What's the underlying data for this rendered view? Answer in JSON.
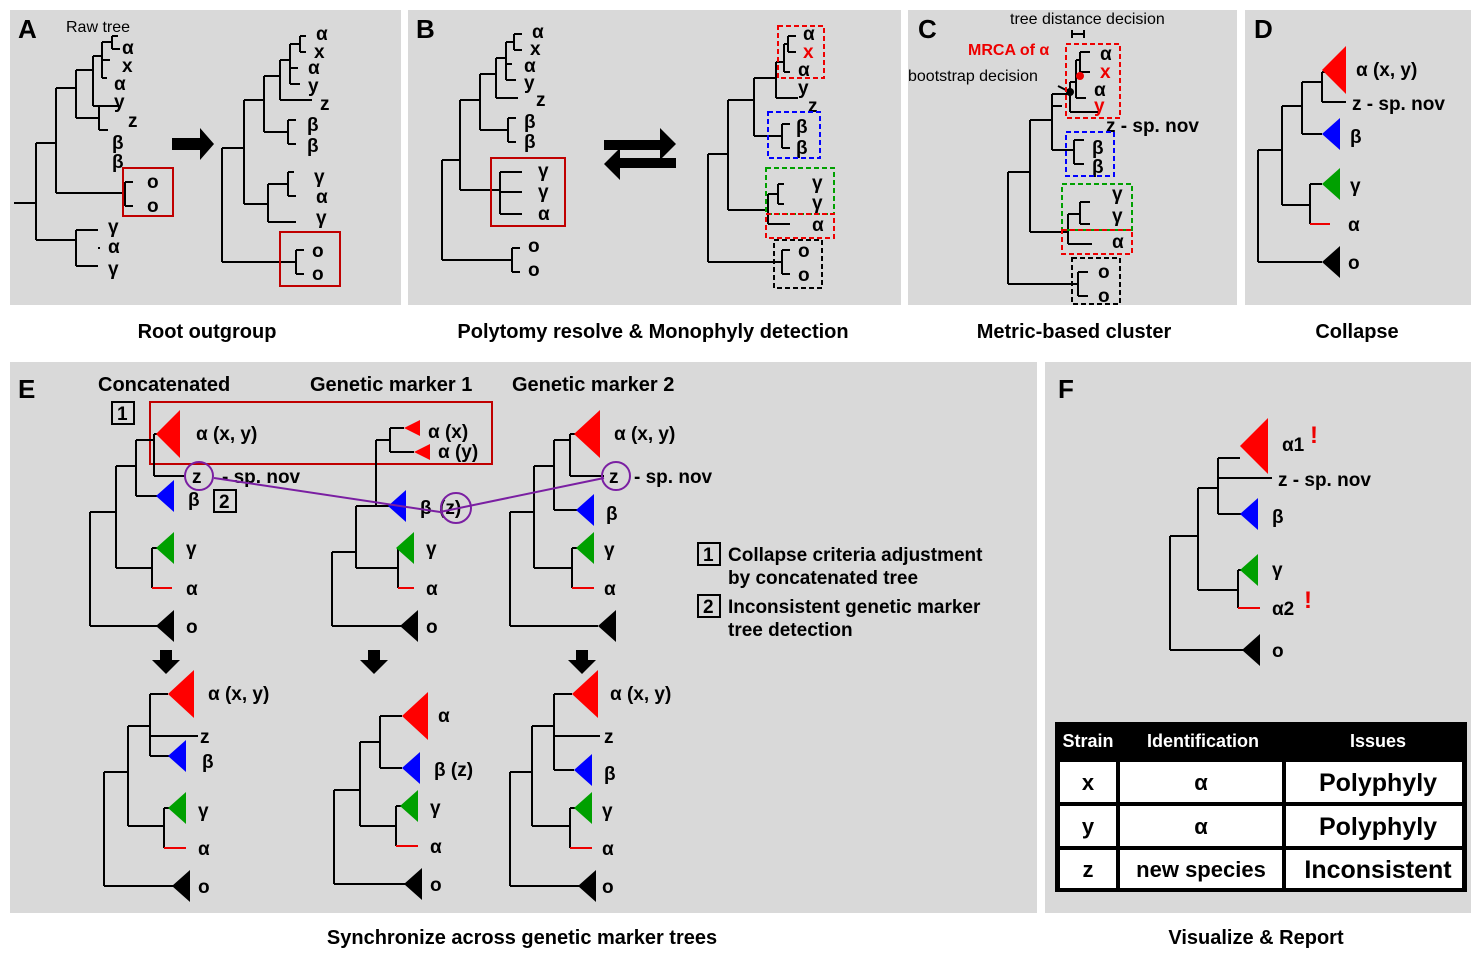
{
  "panels": {
    "A": {
      "letter": "A",
      "raw_tree": "Raw tree",
      "caption": "Root outgroup",
      "tips_left": [
        "α",
        "x",
        "α",
        "y",
        "z",
        "β",
        "β",
        "o",
        "o",
        "γ",
        "α",
        "γ"
      ],
      "tips_right": [
        "α",
        "x",
        "α",
        "y",
        "z",
        "β",
        "β",
        "γ",
        "α",
        "γ",
        "o",
        "o"
      ]
    },
    "B": {
      "letter": "B",
      "caption": "Polytomy resolve & Monophyly detection",
      "tips_left": [
        "α",
        "x",
        "α",
        "y",
        "z",
        "β",
        "β",
        "γ",
        "γ",
        "α",
        "o",
        "o"
      ],
      "tips_right": [
        "α",
        "x",
        "α",
        "y",
        "z",
        "β",
        "β",
        "γ",
        "γ",
        "α",
        "o",
        "o"
      ]
    },
    "C": {
      "letter": "C",
      "caption": "Metric-based cluster",
      "tree_distance": "tree distance decision",
      "mrca": "MRCA of α",
      "bootstrap": "bootstrap decision",
      "tips": [
        "α",
        "x",
        "α",
        "y",
        "z - sp. nov",
        "β",
        "β",
        "γ",
        "γ",
        "α",
        "o",
        "o"
      ]
    },
    "D": {
      "letter": "D",
      "caption": "Collapse",
      "tips": [
        "α (x, y)",
        "z - sp. nov",
        "β",
        "γ",
        "α",
        "o"
      ]
    },
    "E": {
      "letter": "E",
      "caption": "Synchronize across genetic marker trees",
      "col1": "Concatenated",
      "col2": "Genetic marker 1",
      "col3": "Genetic marker 2",
      "box1": "1",
      "box2": "2",
      "t1": {
        "a": "α (x, y)",
        "z": "z",
        "znov": "- sp. nov",
        "b": "β",
        "g": "γ",
        "al": "α",
        "o": "o"
      },
      "t2": {
        "ax": "α (x)",
        "ay": "α (y)",
        "bz": "β",
        "z": "(z)",
        "g": "γ",
        "al": "α",
        "o": "o"
      },
      "t3": {
        "a": "α (x, y)",
        "z": "z",
        "znov": "- sp. nov",
        "b": "β",
        "g": "γ",
        "al": "α",
        "o": "o"
      },
      "b1": {
        "a": "α (x, y)",
        "z": "z",
        "b": "β",
        "g": "γ",
        "al": "α",
        "o": "o"
      },
      "b2": {
        "a": "α",
        "b": "β (z)",
        "g": "γ",
        "al": "α",
        "o": "o"
      },
      "b3": {
        "a": "α (x, y)",
        "z": "z",
        "b": "β",
        "g": "γ",
        "al": "α",
        "o": "o"
      },
      "legend": [
        {
          "num": "1",
          "line1": "Collapse criteria adjustment",
          "line2": "by concatenated tree"
        },
        {
          "num": "2",
          "line1": "Inconsistent genetic marker",
          "line2": "tree detection"
        }
      ]
    },
    "F": {
      "letter": "F",
      "caption": "Visualize & Report",
      "tips": [
        "α1",
        "z - sp. nov",
        "β",
        "γ",
        "α2",
        "o"
      ],
      "flag": "!",
      "table": {
        "headers": [
          "Strain",
          "Identification",
          "Issues"
        ],
        "rows": [
          [
            "x",
            "α",
            "Polyphyly"
          ],
          [
            "y",
            "α",
            "Polyphyly"
          ],
          [
            "z",
            "new species",
            "Inconsistent"
          ]
        ]
      }
    }
  },
  "colors": {
    "panel_bg": "#d9d9d9",
    "red": "#ff0000",
    "blue": "#0000ff",
    "green": "#00a000",
    "purple": "#7a1fa2",
    "box_red": "#c00000"
  }
}
